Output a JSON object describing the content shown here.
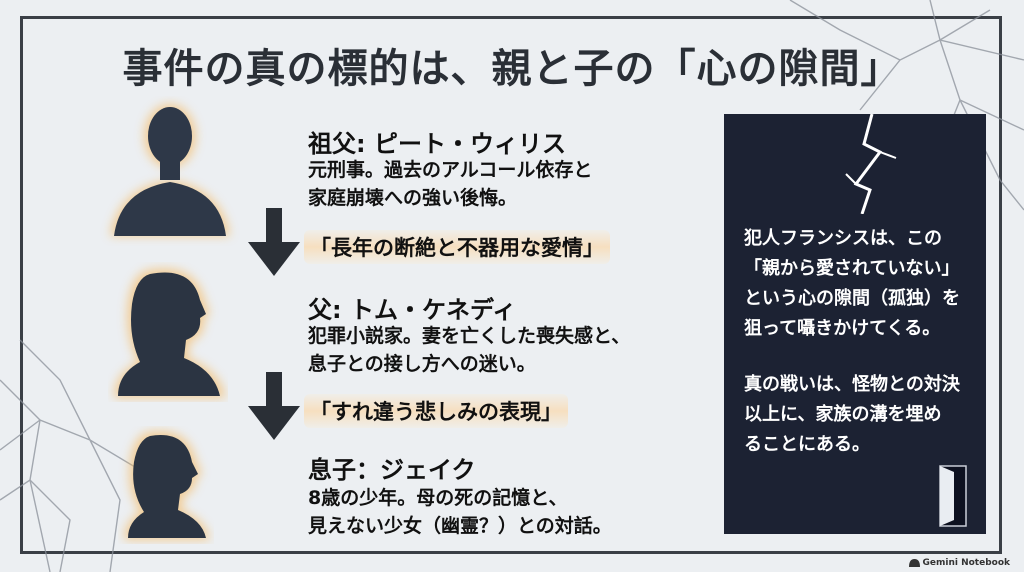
{
  "title": "事件の真の標的は、親と子の「心の隙間」",
  "people": [
    {
      "name": "祖父: ピート・ウィリス",
      "lines": [
        "元刑事。過去のアルコール依存と",
        "家庭崩壊への強い後悔。"
      ]
    },
    {
      "name": "父: トム・ケネディ",
      "lines": [
        "犯罪小説家。妻を亡くした喪失感と、",
        "息子との接し方への迷い。"
      ]
    },
    {
      "name": "息子：ジェイク",
      "lines": [
        "8歳の少年。母の死の記憶と、",
        "見えない少女（幽霊？）との対話。"
      ]
    }
  ],
  "links": [
    "「長年の断絶と不器用な愛情」",
    "「すれ違う悲しみの表現」"
  ],
  "panel": {
    "paragraph1": [
      "犯人フランシスは、この",
      "「親から愛されていない」",
      "という心の隙間（孤独）を",
      "狙って囁きかけてくる。"
    ],
    "paragraph2": [
      "真の戦いは、怪物との対決",
      "以上に、家族の溝を埋め",
      "ることにある。"
    ]
  },
  "brand": "Gemini Notebook",
  "colors": {
    "background": "#eceff2",
    "panel": "#1c2233",
    "glow": "#f5b65a",
    "frame": "#3a3f46"
  }
}
